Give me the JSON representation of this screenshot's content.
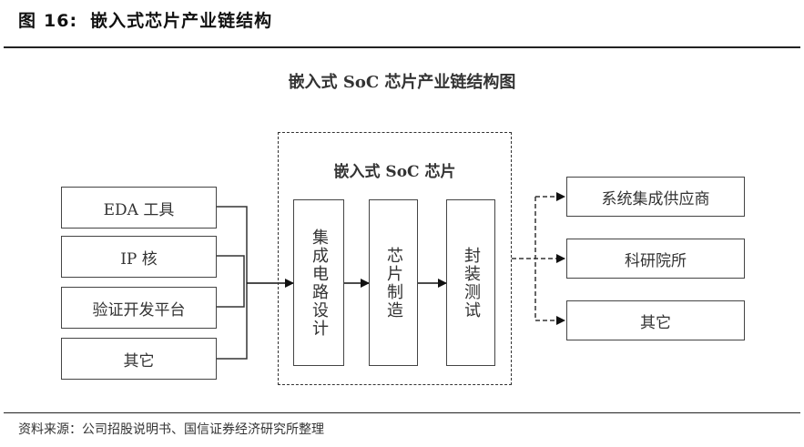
{
  "figure": {
    "label": "图",
    "number": "16:",
    "title": "嵌入式芯片产业链结构"
  },
  "diagram": {
    "title": "嵌入式 SoC 芯片产业链结构图",
    "upstream": [
      {
        "label": "EDA 工具"
      },
      {
        "label": "IP 核"
      },
      {
        "label": "验证开发平台"
      },
      {
        "label": "其它"
      }
    ],
    "core": {
      "title": "嵌入式 SoC 芯片",
      "stages": [
        {
          "label": "集成电路设计"
        },
        {
          "label": "芯片制造"
        },
        {
          "label": "封装测试"
        }
      ]
    },
    "downstream": [
      {
        "label": "系统集成供应商"
      },
      {
        "label": "科研院所"
      },
      {
        "label": "其它"
      }
    ]
  },
  "source": "资料来源：公司招股说明书、国信证券经济研究所整理"
}
